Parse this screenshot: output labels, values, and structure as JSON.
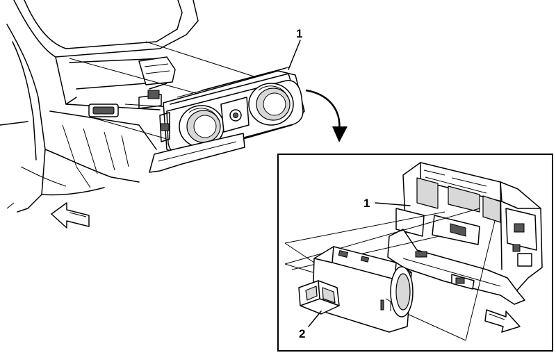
{
  "callouts": {
    "main_control": "1",
    "inset_control": "1",
    "inset_connector": "2"
  },
  "icons": {
    "rotation_arrow": "curved-arrow-icon",
    "front_arrow_left": "direction-arrow-icon",
    "front_arrow_right": "direction-arrow-icon"
  },
  "colors": {
    "line": "#000000",
    "background": "#ffffff",
    "shade": "#d8d8d8"
  }
}
